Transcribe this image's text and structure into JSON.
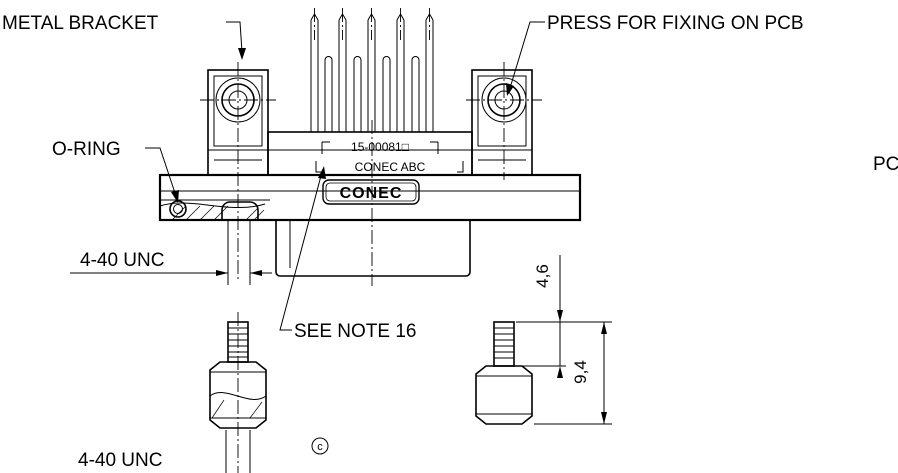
{
  "labels": {
    "metal_bracket": "METAL BRACKET",
    "press_fixing": "PRESS FOR FIXING ON PCB",
    "o_ring": "O-RING",
    "thread_upper": "4-40 UNC",
    "thread_lower": "4-40 UNC",
    "see_note": "SEE NOTE 16",
    "part_number": "15-00081□",
    "marking": "CONEC ABC",
    "logo": "CONEC",
    "copyright": "c",
    "cut_off": "PC"
  },
  "dimensions": {
    "stud_height": "4,6",
    "total_height": "9,4"
  }
}
